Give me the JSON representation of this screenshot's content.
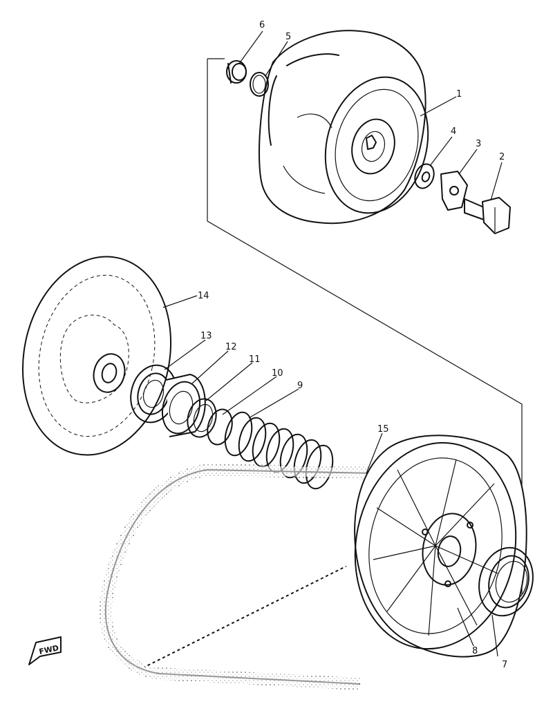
{
  "callouts": {
    "c1": "1",
    "c2": "2",
    "c3": "3",
    "c4": "4",
    "c5": "5",
    "c6": "6",
    "c7": "7",
    "c8": "8",
    "c9": "9",
    "c10": "10",
    "c11": "11",
    "c12": "12",
    "c13": "13",
    "c14": "14",
    "c15": "15"
  },
  "direction_marker": "FWD",
  "colors": {
    "ink": "#111111",
    "paper": "#ffffff"
  }
}
